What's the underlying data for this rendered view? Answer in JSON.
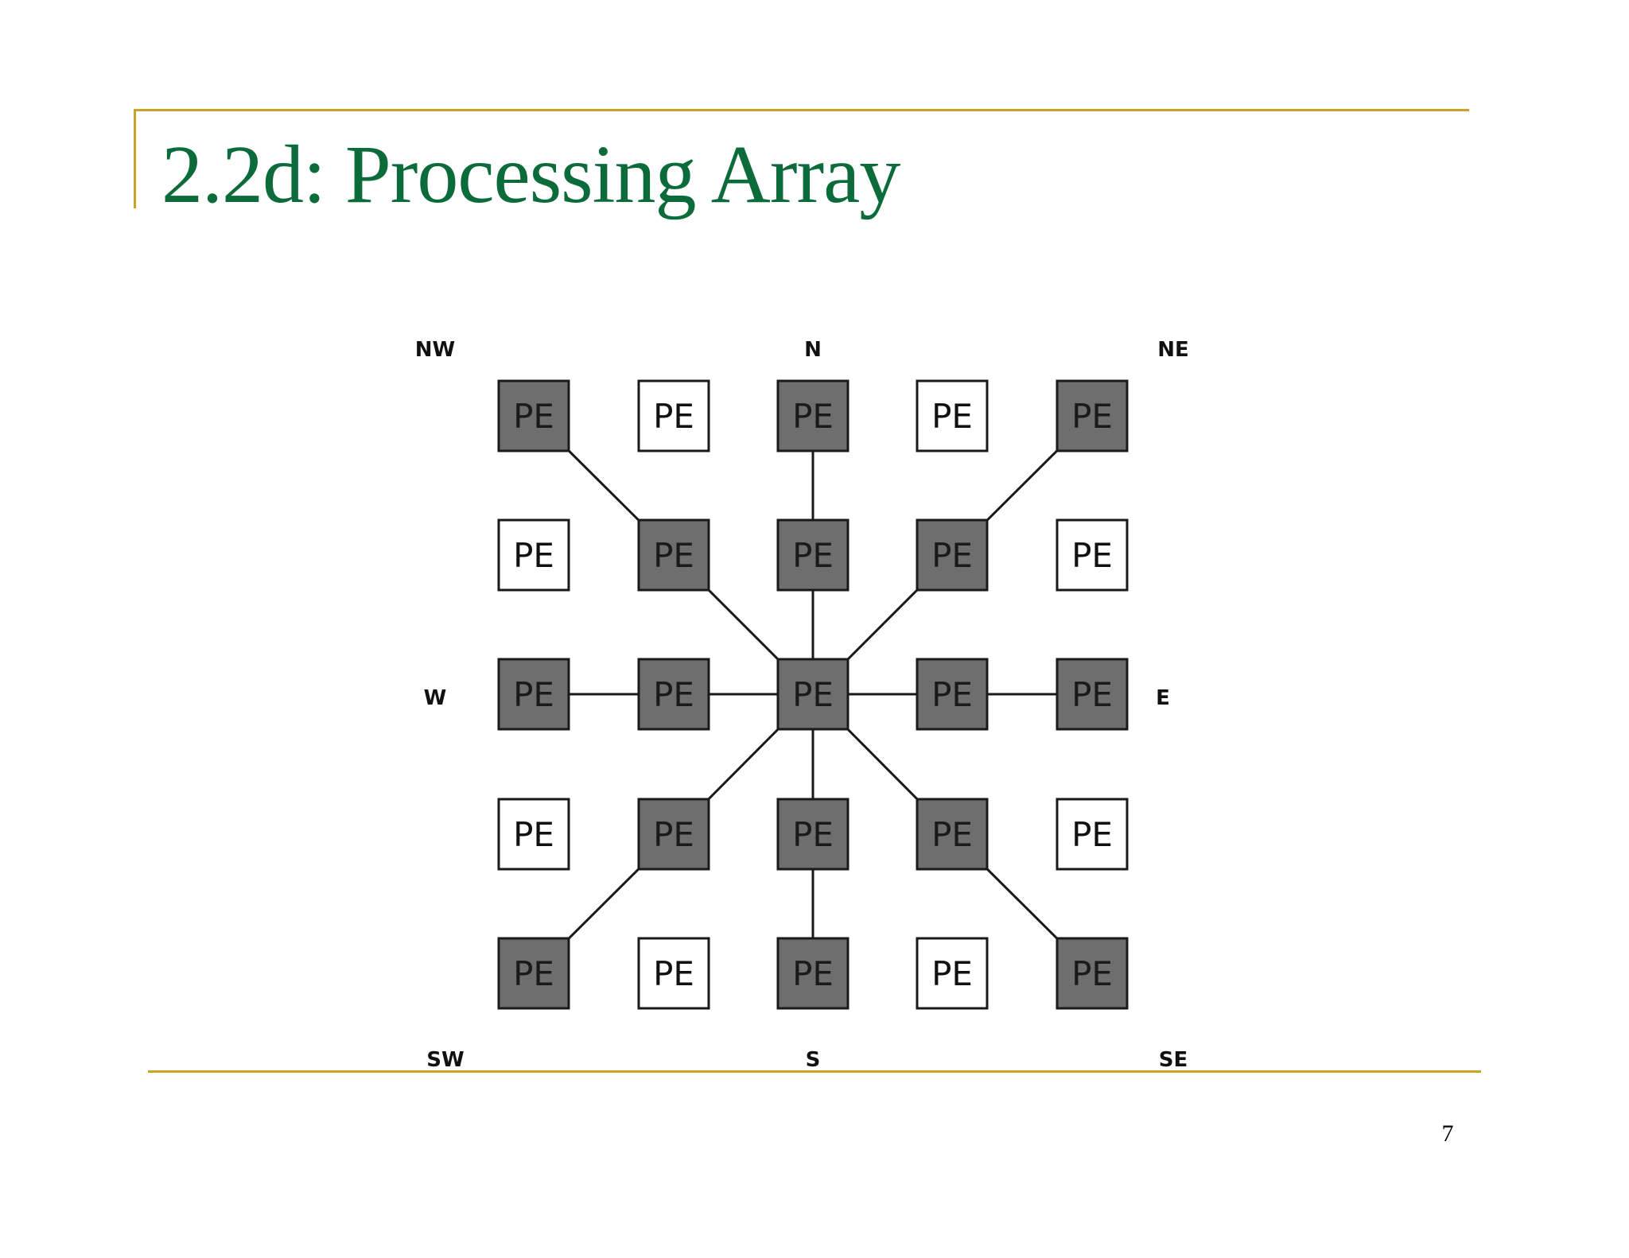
{
  "slide": {
    "title": "2.2d: Processing Array",
    "page_number": "7"
  },
  "colors": {
    "title": "#0b6b3a",
    "rule": "#c9a227",
    "active_fill": "#6e6e6e",
    "inactive_fill": "#ffffff"
  },
  "diagram": {
    "node_label": "PE",
    "grid": [
      [
        "active",
        "inactive",
        "active",
        "inactive",
        "active"
      ],
      [
        "inactive",
        "active",
        "active",
        "active",
        "inactive"
      ],
      [
        "active",
        "active",
        "active",
        "active",
        "active"
      ],
      [
        "inactive",
        "active",
        "active",
        "active",
        "inactive"
      ],
      [
        "active",
        "inactive",
        "active",
        "inactive",
        "active"
      ]
    ],
    "connections": [
      [
        [
          0,
          0
        ],
        [
          1,
          1
        ]
      ],
      [
        [
          1,
          1
        ],
        [
          2,
          2
        ]
      ],
      [
        [
          0,
          2
        ],
        [
          1,
          2
        ]
      ],
      [
        [
          1,
          2
        ],
        [
          2,
          2
        ]
      ],
      [
        [
          0,
          4
        ],
        [
          1,
          3
        ]
      ],
      [
        [
          1,
          3
        ],
        [
          2,
          2
        ]
      ],
      [
        [
          2,
          0
        ],
        [
          2,
          1
        ]
      ],
      [
        [
          2,
          1
        ],
        [
          2,
          2
        ]
      ],
      [
        [
          2,
          2
        ],
        [
          2,
          3
        ]
      ],
      [
        [
          2,
          3
        ],
        [
          2,
          4
        ]
      ],
      [
        [
          2,
          2
        ],
        [
          3,
          1
        ]
      ],
      [
        [
          3,
          1
        ],
        [
          4,
          0
        ]
      ],
      [
        [
          2,
          2
        ],
        [
          3,
          2
        ]
      ],
      [
        [
          3,
          2
        ],
        [
          4,
          2
        ]
      ],
      [
        [
          2,
          2
        ],
        [
          3,
          3
        ]
      ],
      [
        [
          3,
          3
        ],
        [
          4,
          4
        ]
      ]
    ],
    "direction_labels": [
      {
        "name": "NW",
        "text": "NW"
      },
      {
        "name": "N",
        "text": "N"
      },
      {
        "name": "NE",
        "text": "NE"
      },
      {
        "name": "W",
        "text": "W"
      },
      {
        "name": "E",
        "text": "E"
      },
      {
        "name": "SW",
        "text": "SW"
      },
      {
        "name": "S",
        "text": "S"
      },
      {
        "name": "SE",
        "text": "SE"
      }
    ]
  }
}
